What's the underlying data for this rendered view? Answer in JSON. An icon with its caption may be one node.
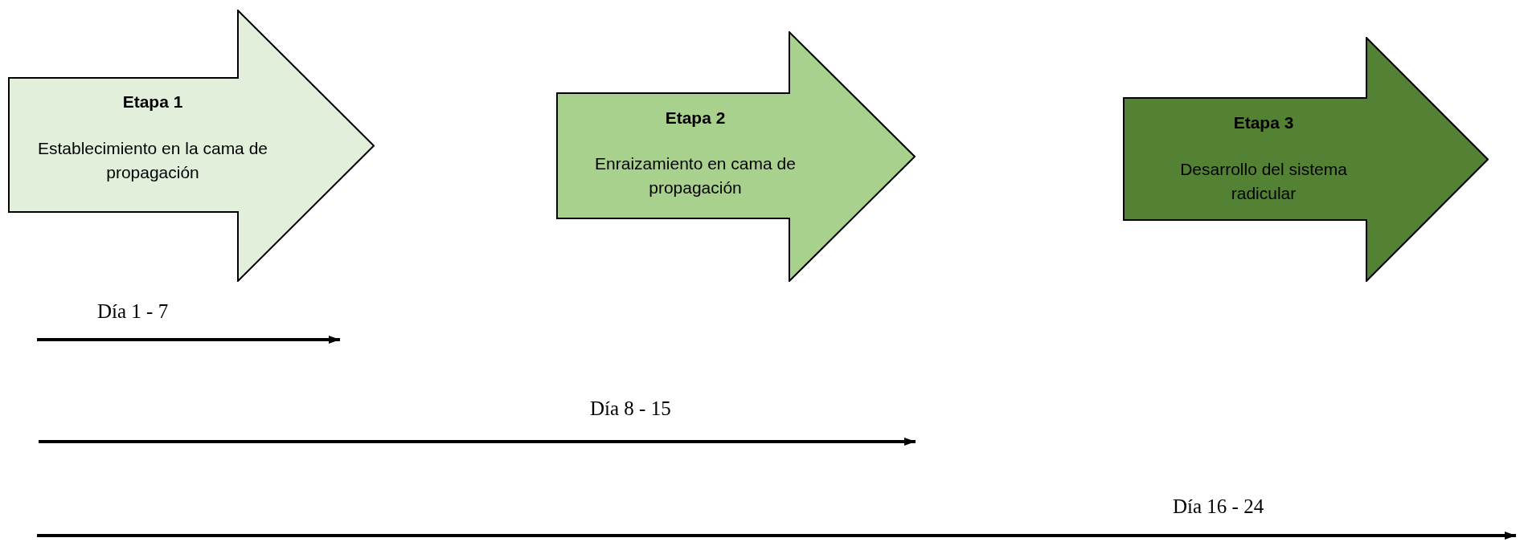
{
  "diagram": {
    "nodes": [
      {
        "text": [
          "Etapa 1",
          "Establecimiento en la cama de propagación"
        ]
      },
      {
        "text": [
          "Etapa 2",
          "Enraizamiento en cama de propagación"
        ]
      },
      {
        "text": [
          "Etapa 3",
          "Desarrollo del sistema radicular"
        ]
      }
    ],
    "edges": [],
    "labels": [
      "Día 1 - 7",
      "Día 8 - 15",
      "Día 16 - 24"
    ]
  }
}
